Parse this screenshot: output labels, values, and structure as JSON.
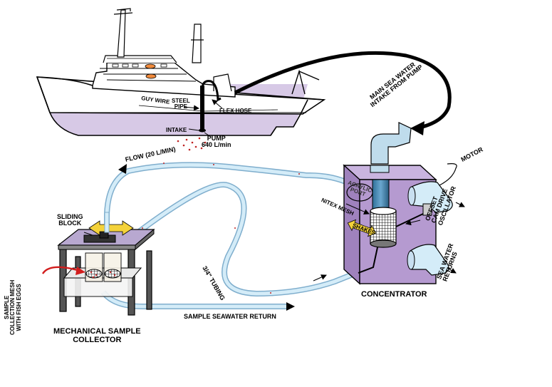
{
  "labels": {
    "guy_wire": "GUY WIRE",
    "steel_pipe_1": "STEEL",
    "steel_pipe_2": "PIPE",
    "flex_hose": "FLEX HOSE",
    "intake": "INTAKE",
    "pump_1": "PUMP",
    "pump_2": "640 L/min",
    "main_intake_1": "MAIN SEA WATER",
    "main_intake_2": "INTAKE FROM PUMP",
    "flow": "FLOW  (20 L/MIN)",
    "motor": "MOTOR",
    "acrylic_port_1": "ACRYLIC",
    "acrylic_port_2": "PORT",
    "nitex_mesh": "NITEX MESH",
    "offset_cam_1": "OFFSET",
    "offset_cam_2": "CAM DRIVE",
    "offset_cam_3": "OSCILLATOR",
    "shakes": "SHAKES",
    "sliding_block_1": "SLIDING",
    "sliding_block_2": "BLOCK",
    "tubing": "3/4\" TUBING",
    "sea_water_returns_1": "SEA WATER",
    "sea_water_returns_2": "RETURNS",
    "concentrator": "CONCENTRATOR",
    "sample_mesh_1": "SAMPLE",
    "sample_mesh_2": "COLLECTION MESH",
    "sample_mesh_3": "WITH FISH EGGS",
    "sample_return": "SAMPLE  SEAWATER  RETURN",
    "collector_1": "MECHANICAL SAMPLE",
    "collector_2": "COLLECTOR"
  },
  "colors": {
    "water": "#d7c9e6",
    "hull": "#ffffff",
    "concentrator": "#b59ad0",
    "tubing": "#c9e4f2",
    "intake_pipe": "#4d8fb8",
    "window": "#f08a3c",
    "mesh": "#1a1a1a",
    "fish_eggs": "#c02424",
    "yellow_arrow": "#f4d23a",
    "collector_top": "#b8a8d0"
  }
}
